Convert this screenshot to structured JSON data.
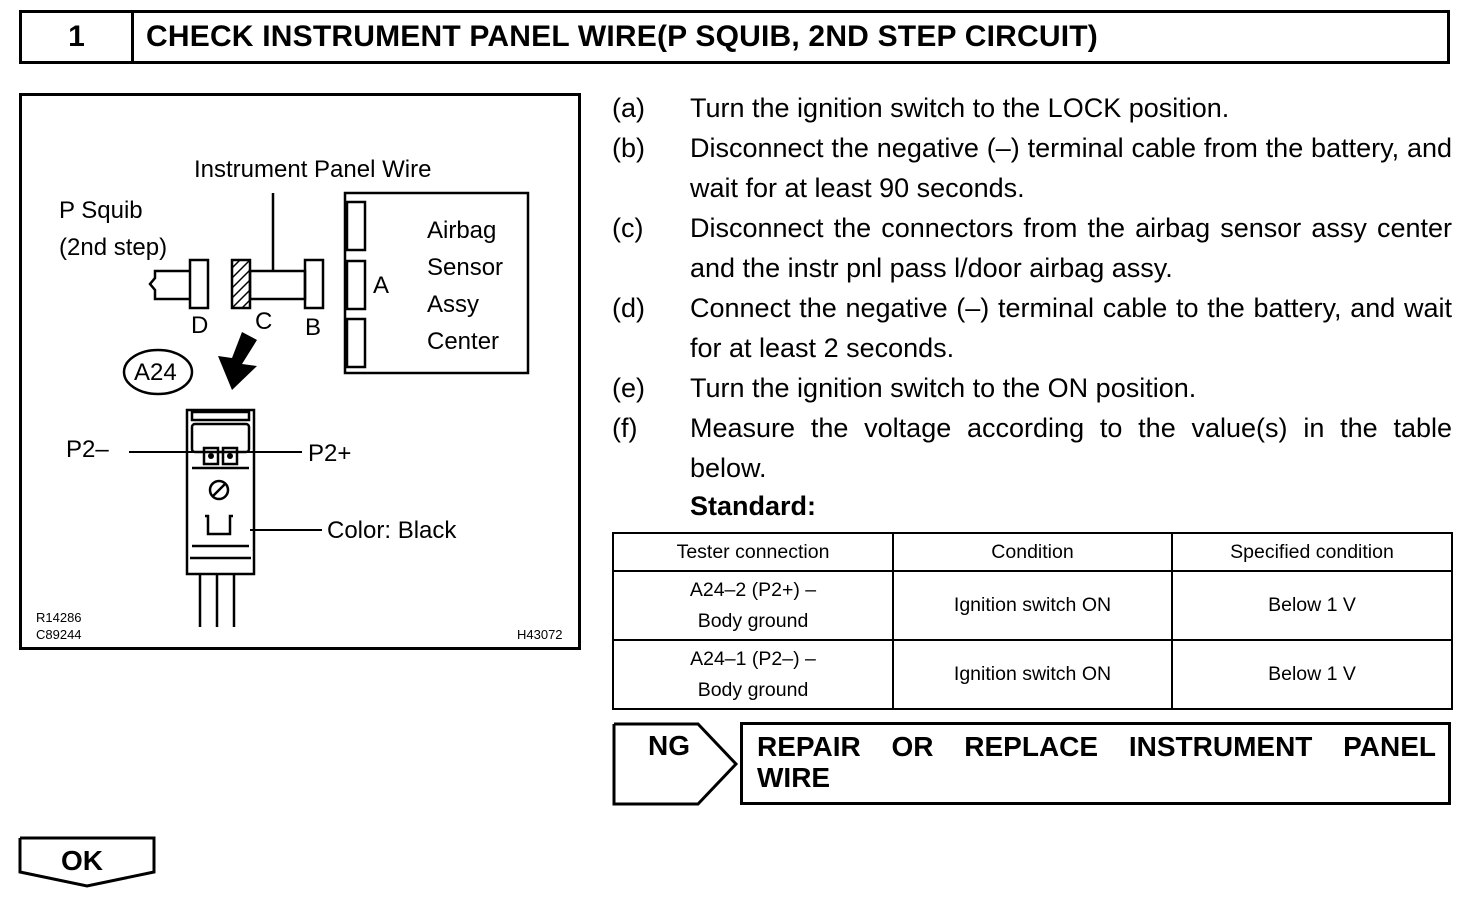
{
  "header": {
    "step_number": "1",
    "title": "CHECK INSTRUMENT PANEL WIRE(P SQUIB, 2ND STEP CIRCUIT)"
  },
  "figure": {
    "instrument_panel_wire": "Instrument Panel Wire",
    "p_squib_line1": "P Squib",
    "p_squib_line2": "(2nd step)",
    "airbag_line1": "Airbag",
    "airbag_line2": "Sensor",
    "airbag_line3": "Assy",
    "airbag_line4": "Center",
    "conn_a": "A",
    "conn_b": "B",
    "conn_c": "C",
    "conn_d": "D",
    "connector_id": "A24",
    "p2_minus": "P2–",
    "p2_plus": "P2+",
    "color_note": "Color: Black",
    "code1": "R14286",
    "code2": "C89244",
    "code3": "H43072"
  },
  "steps": [
    {
      "letter": "(a)",
      "text": "Turn the ignition switch to the LOCK position."
    },
    {
      "letter": "(b)",
      "text": "Disconnect the negative (–) terminal cable from the bat­tery, and wait for at least 90 seconds."
    },
    {
      "letter": "(c)",
      "text": "Disconnect the connectors from the airbag sensor assy center and the instr pnl pass l/door airbag assy."
    },
    {
      "letter": "(d)",
      "text": "Connect the negative (–) terminal cable to the battery, and wait for at least 2 seconds."
    },
    {
      "letter": "(e)",
      "text": "Turn the ignition switch to the ON position."
    },
    {
      "letter": "(f)",
      "text": "Measure the voltage according to the value(s) in the table below."
    }
  ],
  "standard_label": "Standard:",
  "table": {
    "headers": [
      "Tester connection",
      "Condition",
      "Specified condition"
    ],
    "rows": [
      {
        "conn_line1": "A24–2 (P2+) –",
        "conn_line2": "Body ground",
        "condition": "Ignition switch ON",
        "spec": "Below 1 V"
      },
      {
        "conn_line1": "A24–1 (P2–) –",
        "conn_line2": "Body ground",
        "condition": "Ignition switch ON",
        "spec": "Below 1 V"
      }
    ]
  },
  "ng": {
    "label": "NG",
    "action": "REPAIR OR REPLACE INSTRUMENT PANEL WIRE"
  },
  "ok": {
    "label": "OK"
  }
}
